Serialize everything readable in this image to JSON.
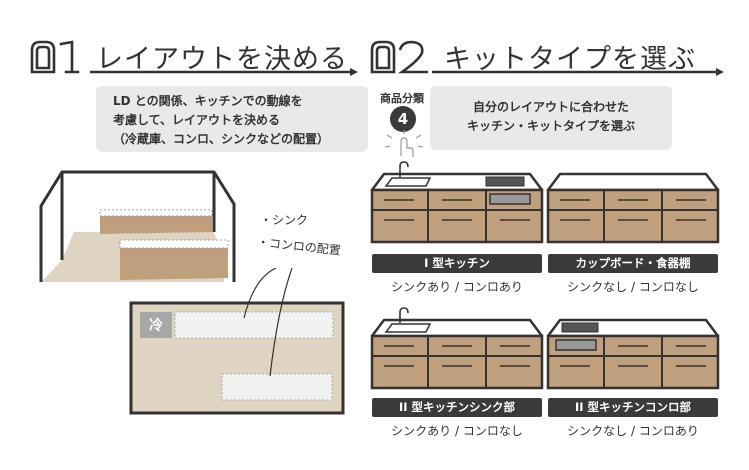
{
  "step1": {
    "number": "01",
    "title": "レイアウトを決める",
    "description": [
      "LD との関係、キッチンでの動線を",
      "考慮して、レイアウトを決める",
      "（冷蔵庫、コンロ、シンクなどの配置）"
    ],
    "callout": [
      "・シンク",
      "・コンロの配置"
    ],
    "fridge_label": "冷"
  },
  "step2": {
    "number": "02",
    "title": "キットタイプを選ぶ",
    "badge_label": "商品分類",
    "badge_number": "4",
    "description": [
      "自分のレイアウトに合わせた",
      "キッチン・キットタイプを選ぶ"
    ],
    "kits": [
      {
        "name": "I 型キッチン",
        "spec": "シンクあり / コンロあり"
      },
      {
        "name": "カップボード・食器棚",
        "spec": "シンクなし / コンロなし"
      },
      {
        "name": "II 型キッチンシンク部",
        "spec": "シンクあり / コンロなし"
      },
      {
        "name": "II 型キッチンコンロ部",
        "spec": "シンクなし / コンロあり"
      }
    ]
  },
  "colors": {
    "cabinet": "#bf9f7c",
    "floor": "#dfd3c1",
    "dark": "#3a3a3a"
  }
}
